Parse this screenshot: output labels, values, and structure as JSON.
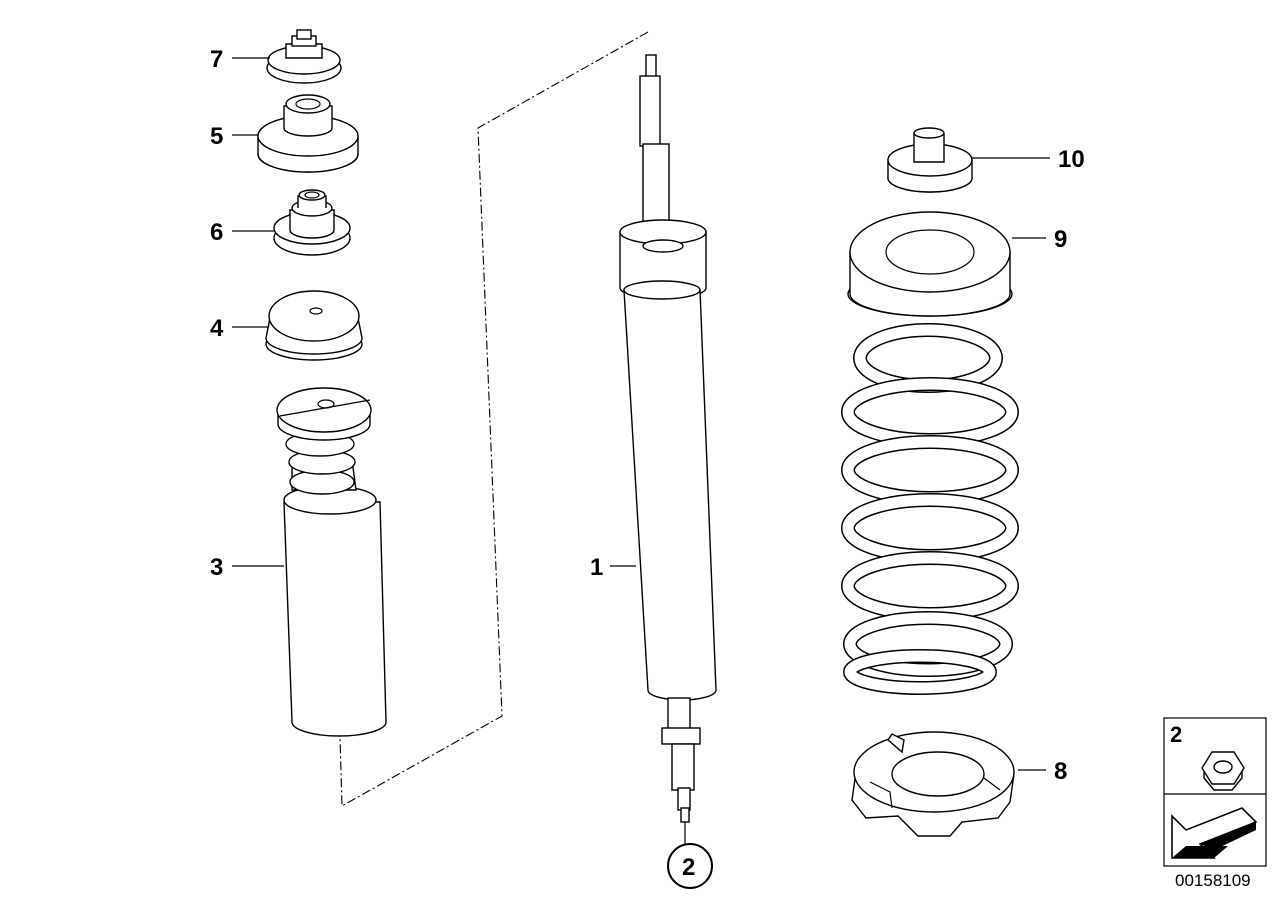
{
  "callouts": {
    "c1": "1",
    "c2": "2",
    "c3": "3",
    "c4": "4",
    "c5": "5",
    "c6": "6",
    "c7": "7",
    "c8": "8",
    "c9": "9",
    "c10": "10"
  },
  "legend_box": {
    "item_number": "2"
  },
  "diagram_code": "00158109"
}
